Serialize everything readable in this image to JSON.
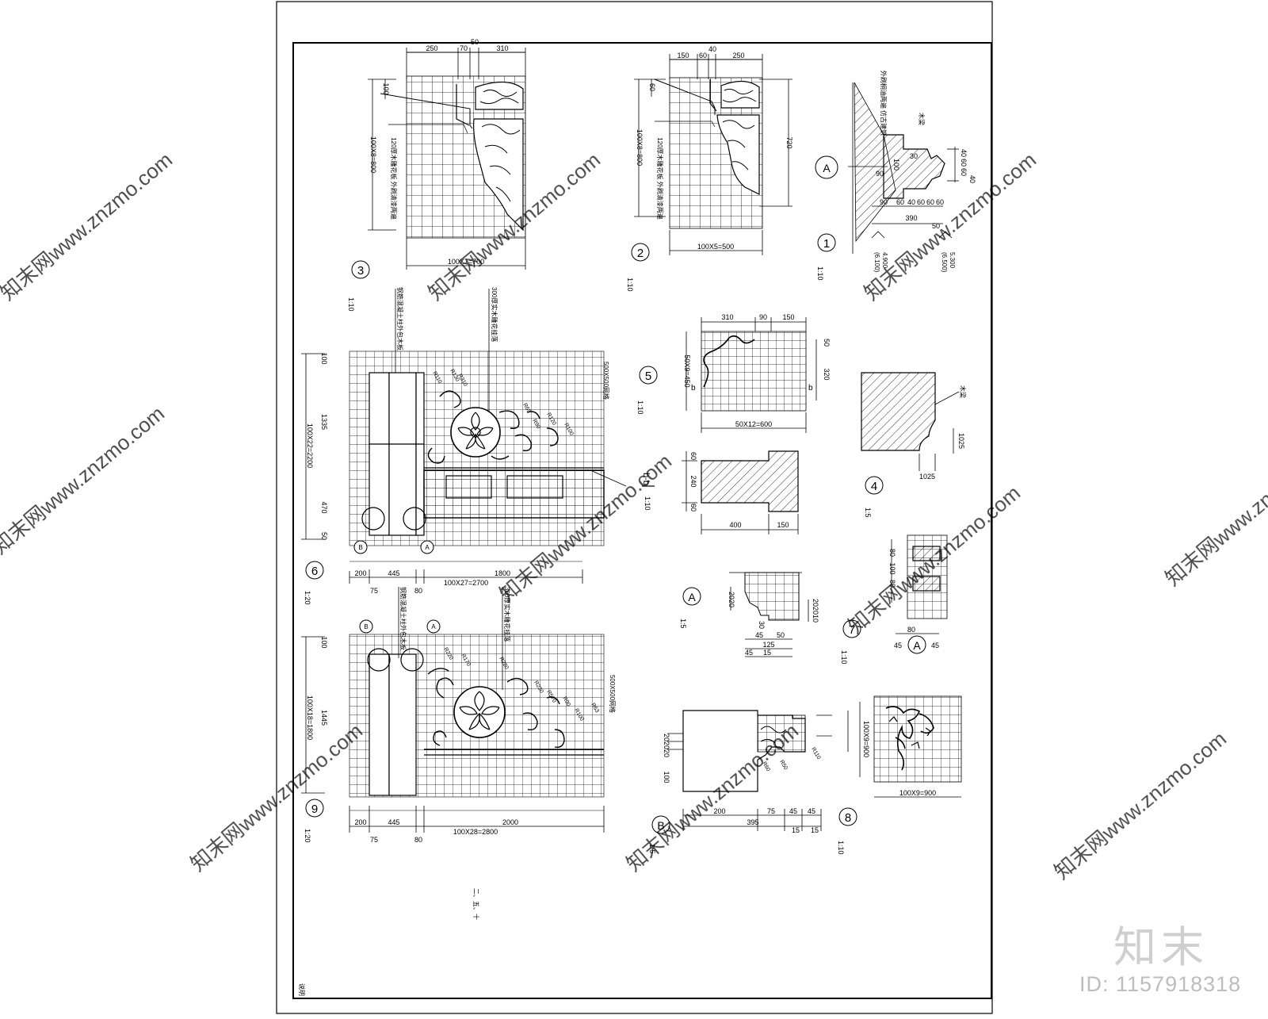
{
  "sheet": {
    "details": [
      {
        "num": "1",
        "scale": "1:10"
      },
      {
        "num": "2",
        "scale": "1:10"
      },
      {
        "num": "3",
        "scale": "1:10"
      },
      {
        "num": "4",
        "scale": "1:5"
      },
      {
        "num": "5",
        "scale": "1:10"
      },
      {
        "num": "6",
        "scale": "1:20"
      },
      {
        "num": "7",
        "scale": "1:10"
      },
      {
        "num": "8",
        "scale": "1:10"
      },
      {
        "num": "9",
        "scale": "1:20"
      }
    ],
    "section_marks": {
      "A": "A",
      "B": "B",
      "bb": "b-b",
      "b": "b"
    },
    "scale_labels": {
      "A_detail": "1:5",
      "B_detail": "1:5",
      "bb": "1:10"
    },
    "dims": {
      "d3_top": [
        "250",
        "70",
        "50",
        "310"
      ],
      "d3_bottom": "100X7=700",
      "d3_left": "100X8=800",
      "d3_left_small": "100",
      "d2_top": [
        "150",
        "60",
        "40",
        "250"
      ],
      "d2_bottom": "100X5=500",
      "d2_left": "100X8=800",
      "d2_left_small": "60",
      "d2_right": "720",
      "d1_bottom": [
        "90",
        "60",
        "40",
        "60",
        "60",
        "60"
      ],
      "d1_total": "390",
      "d1_right": [
        "40",
        "60",
        "60",
        "40"
      ],
      "d1_levels": [
        "(6.100)",
        "4.900",
        "(6.500)",
        "5.300"
      ],
      "d1_misc": [
        "30",
        "90",
        "100",
        "390",
        "50"
      ],
      "d5_top": [
        "310",
        "90",
        "150"
      ],
      "d5_bottom": "50X12=600",
      "d5_left": "50X9=450",
      "d5_right": [
        "50",
        "320"
      ],
      "bb_left": [
        "60",
        "240",
        "60"
      ],
      "bb_bottom": [
        "400",
        "150"
      ],
      "d4_right": "1025",
      "d4_bottom": "1025",
      "dA_left": "2020",
      "dA_right": "202010",
      "dA_bottom": [
        "45",
        "50",
        "125",
        "45",
        "15"
      ],
      "dA_small": "30",
      "d7_left": [
        "80",
        "100",
        "80"
      ],
      "d7_bottom": [
        "80"
      ],
      "d7_side": [
        "45",
        "45"
      ],
      "d6_left": [
        "100",
        "1335",
        "100X22=2200",
        "470",
        "50"
      ],
      "d6_bottom": [
        "200",
        "445",
        "1800"
      ],
      "d6_total": "100X27=2700",
      "d6_sub": [
        "75",
        "80"
      ],
      "d6_note": "500X500网格",
      "d6_radii": [
        "R110",
        "R310",
        "R130",
        "R65",
        "R100",
        "R120",
        "R90"
      ],
      "d9_left": [
        "100",
        "1445",
        "100X18=1800"
      ],
      "d9_bottom": [
        "200",
        "445",
        "2000"
      ],
      "d9_total": "100X28=2800",
      "d9_sub": [
        "75",
        "80"
      ],
      "d9_note": "500X500网格",
      "d9_radii": [
        "R220",
        "R170",
        "R280",
        "R230",
        "R570",
        "R90",
        "R100",
        "R63"
      ],
      "dB_left": [
        "202020",
        "100"
      ],
      "dB_bottom": [
        "200",
        "75",
        "45",
        "45"
      ],
      "dB_total": "395",
      "dB_sub": [
        "15",
        "15"
      ],
      "dB_radii": [
        "R60",
        "R50",
        "R110"
      ],
      "d8_left": "100X9=900",
      "d8_bottom": "100X9=900"
    },
    "notes": {
      "d3_note": "120厚木雕花板 外刷清漆两遍",
      "d2_note": "120厚木雕花板 外刷清漆两遍",
      "d1_note_a": "外刷桐油两遍 仿古建筑",
      "d1_note_b": "木梁",
      "d4_note": "木梁",
      "d6_note_a": "钢筋混凝土柱外包木板",
      "d6_note_b": "300厚实木雕花挂落",
      "d9_note_a": "钢筋混凝土柱外包木板",
      "d9_note_b": "300厚实木雕花挂落",
      "center_note": "二、五、十",
      "corner": "说明"
    }
  },
  "watermark": {
    "text": "知末网www.znzmo.com",
    "brand": "知末",
    "id": "ID: 1157918318"
  }
}
